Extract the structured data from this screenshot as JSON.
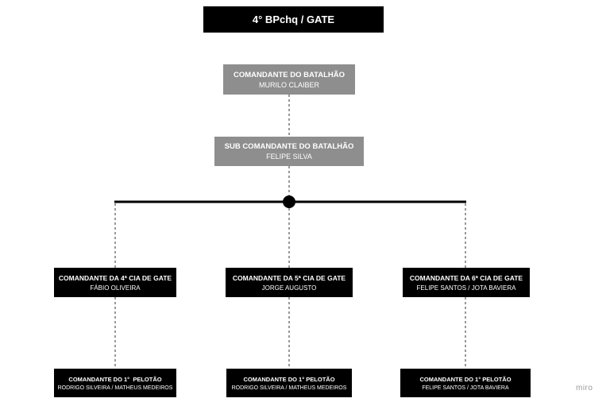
{
  "title": "4° BPchq / GATE",
  "commander": {
    "role": "COMANDANTE DO BATALHÃO",
    "name": "MURILO CLAIBER"
  },
  "subcommander": {
    "role": "SUB COMANDANTE DO BATALHÃO",
    "name": "FELIPE SILVA"
  },
  "companies": [
    {
      "role": "COMANDANTE DA 4ª CIA DE GATE",
      "name": "FÁBIO OLIVEIRA",
      "platoon": {
        "role": "COMANDANTE DO 1°  PELOTÃO",
        "name": "RODRIGO SILVEIRA / MATHEUS MEDEIROS"
      }
    },
    {
      "role": "COMANDANTE DA 5ª CIA DE GATE",
      "name": "JORGE AUGUSTO",
      "platoon": {
        "role": "COMANDANTE DO 1° PELOTÃO",
        "name": "RODRIGO SILVEIRA / MATHEUS MEDEIROS"
      }
    },
    {
      "role": "COMANDANTE DA 6ª CIA DE GATE",
      "name": "FELIPE SANTOS / JOTA BAVIERA",
      "platoon": {
        "role": "COMANDANTE DO 1° PELOTÃO",
        "name": "FELIPE SANTOS / JOTA BAVIERA"
      }
    }
  ],
  "watermark": "miro",
  "colors": {
    "dark_box": "#000000",
    "gray_box": "#8e8e8e",
    "text": "#ffffff",
    "connector": "#000000"
  }
}
